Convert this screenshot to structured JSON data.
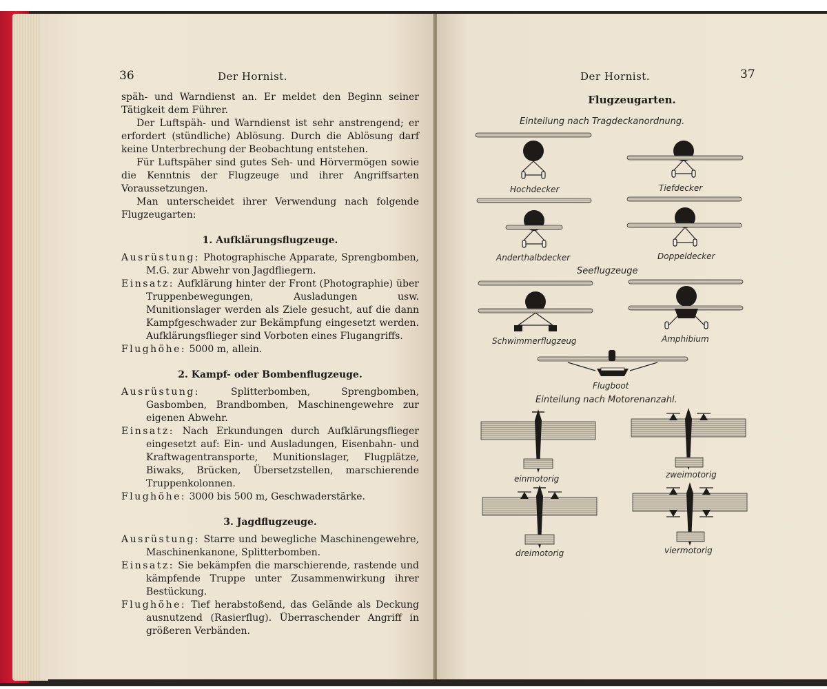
{
  "left_page": {
    "page_number": "36",
    "running_header": "Der Hornist.",
    "paragraphs": [
      "späh- und Warndienst an. Er meldet den Beginn seiner Tätigkeit dem Führer.",
      "Der Luftspäh- und Warndienst ist sehr anstrengend; er erfordert (stündliche) Ablösung. Durch die Ablösung darf keine Unterbrechung der Beobachtung entstehen.",
      "Für Luftspäher sind gutes Seh- und Hörvermögen sowie die Kenntnis der Flugzeuge und ihrer Angriffsarten Voraussetzungen.",
      "Man unterscheidet ihrer Verwendung nach folgende Flugzeugarten:"
    ],
    "sections": [
      {
        "heading": "1. Aufklärungsflugzeuge.",
        "entries": [
          {
            "label": "Ausrüstung:",
            "text": "Photographische Apparate, Sprengbomben, M.G. zur Abwehr von Jagdfliegern."
          },
          {
            "label": "Einsatz:",
            "text": "Aufklärung hinter der Front (Photographie) über Truppenbewegungen, Ausladungen usw. Munitionslager werden als Ziele gesucht, auf die dann Kampfgeschwader zur Bekämpfung eingesetzt werden. Aufklärungsflieger sind Vorboten eines Flugangriffs."
          },
          {
            "label": "Flughöhe:",
            "text": "5000 m, allein."
          }
        ]
      },
      {
        "heading": "2. Kampf- oder Bombenflugzeuge.",
        "entries": [
          {
            "label": "Ausrüstung:",
            "text": "Splitterbomben, Sprengbomben, Gasbomben, Brandbomben, Maschinengewehre zur eigenen Abwehr."
          },
          {
            "label": "Einsatz:",
            "text": "Nach Erkundungen durch Aufklärungsflieger eingesetzt auf: Ein- und Ausladungen, Eisenbahn- und Kraftwagentransporte, Munitionslager, Flugplätze, Biwaks, Brücken, Übersetzstellen, marschierende Truppenkolonnen."
          },
          {
            "label": "Flughöhe:",
            "text": "3000 bis 500 m, Geschwaderstärke."
          }
        ]
      },
      {
        "heading": "3. Jagdflugzeuge.",
        "entries": [
          {
            "label": "Ausrüstung:",
            "text": "Starre und bewegliche Maschinengewehre, Maschinenkanone, Splitterbomben."
          },
          {
            "label": "Einsatz:",
            "text": "Sie bekämpfen die marschierende, rastende und kämpfende Truppe unter Zusammenwirkung ihrer Bestückung."
          },
          {
            "label": "Flughöhe:",
            "text": "Tief herabstoßend, das Gelände als Deckung ausnutzend (Rasierflug). Überraschender Angriff in größeren Verbänden."
          }
        ]
      }
    ]
  },
  "right_page": {
    "page_number": "37",
    "running_header": "Der Hornist.",
    "title": "Flugzeugarten.",
    "group1_title": "Einteilung nach Tragdeckanordnung.",
    "labels": {
      "hochdecker": "Hochdecker",
      "tiefdecker": "Tiefdecker",
      "anderthalbdecker": "Anderthalbdecker",
      "doppeldecker": "Doppeldecker"
    },
    "sea_title": "Seeflugzeuge",
    "sea_labels": {
      "schwimmer": "Schwimmerflugzeug",
      "amphibium": "Amphibium",
      "flugboot": "Flugboot"
    },
    "group2_title": "Einteilung nach Motorenanzahl.",
    "motor_labels": {
      "ein": "einmotorig",
      "zwei": "zweimotorig",
      "drei": "dreimotorig",
      "vier": "viermotorig"
    }
  },
  "colors": {
    "paper": "#eee4d3",
    "ink": "#1e1a17",
    "spine": "#c8182f"
  }
}
